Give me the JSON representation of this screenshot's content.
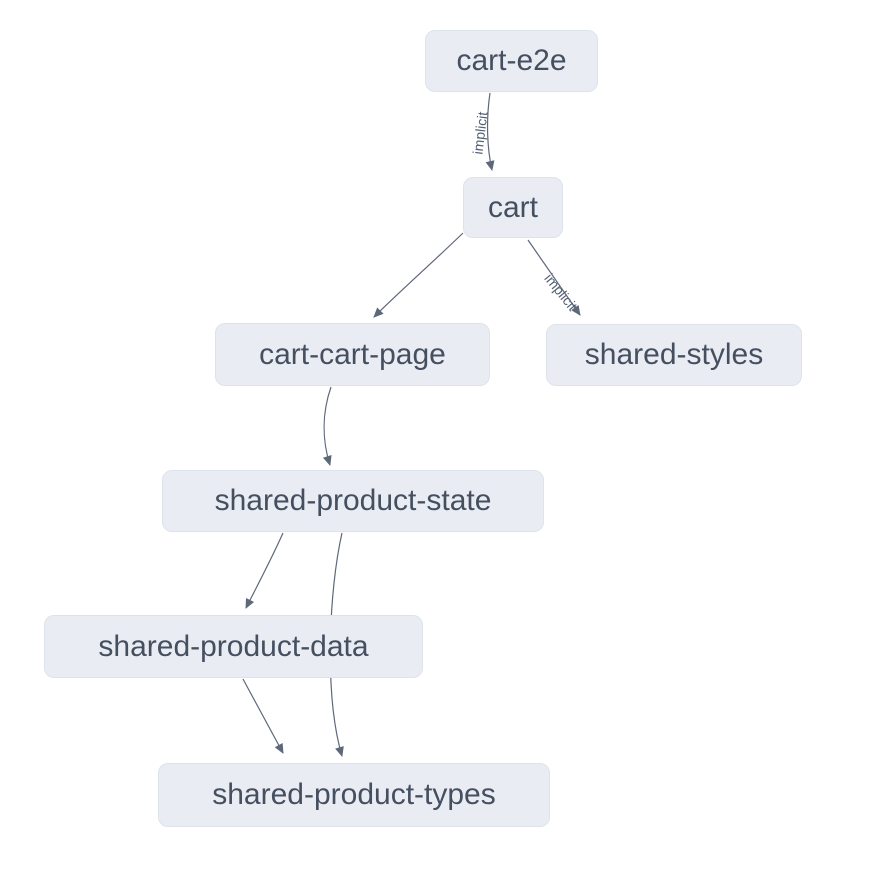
{
  "graph": {
    "nodes": [
      {
        "id": "cart-e2e",
        "label": "cart-e2e"
      },
      {
        "id": "cart",
        "label": "cart"
      },
      {
        "id": "cart-cart-page",
        "label": "cart-cart-page"
      },
      {
        "id": "shared-styles",
        "label": "shared-styles"
      },
      {
        "id": "shared-product-state",
        "label": "shared-product-state"
      },
      {
        "id": "shared-product-data",
        "label": "shared-product-data"
      },
      {
        "id": "shared-product-types",
        "label": "shared-product-types"
      }
    ],
    "edges": [
      {
        "source": "cart-e2e",
        "target": "cart",
        "label": "implicit"
      },
      {
        "source": "cart",
        "target": "cart-cart-page",
        "label": ""
      },
      {
        "source": "cart",
        "target": "shared-styles",
        "label": "implicit"
      },
      {
        "source": "cart-cart-page",
        "target": "shared-product-state",
        "label": ""
      },
      {
        "source": "shared-product-state",
        "target": "shared-product-data",
        "label": ""
      },
      {
        "source": "shared-product-state",
        "target": "shared-product-types",
        "label": ""
      },
      {
        "source": "shared-product-data",
        "target": "shared-product-types",
        "label": ""
      }
    ],
    "colors": {
      "node_fill": "#e9edf3",
      "node_border": "#dde3ec",
      "node_text": "#454f60",
      "edge_stroke": "#5d6878",
      "edge_label": "#525f74",
      "background": "#ffffff"
    }
  }
}
